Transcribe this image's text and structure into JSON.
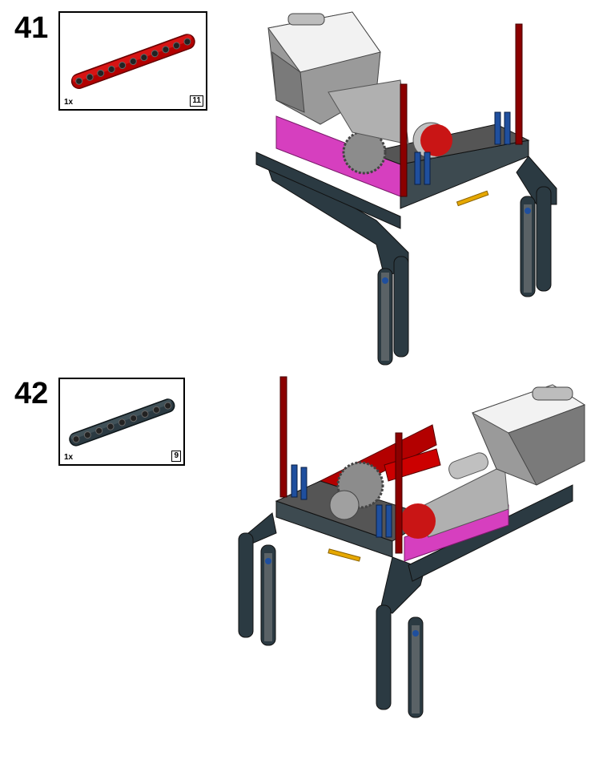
{
  "steps": [
    {
      "number": "41",
      "part": {
        "quantity": "1x",
        "length": "11",
        "color": "#cc0000",
        "holes": 11
      }
    },
    {
      "number": "42",
      "part": {
        "quantity": "1x",
        "length": "9",
        "color": "#2b3a42",
        "holes": 9
      }
    }
  ],
  "colors": {
    "beam_dark": "#2b3a42",
    "beam_red": "#cc0000",
    "beam_magenta": "#d63fbf",
    "brick_white": "#f2f2f2",
    "brick_gray": "#9a9a9a",
    "pin_blue": "#1f4f9e",
    "axle_yellow": "#e6a800",
    "gear_gray": "#8c8c8c"
  }
}
